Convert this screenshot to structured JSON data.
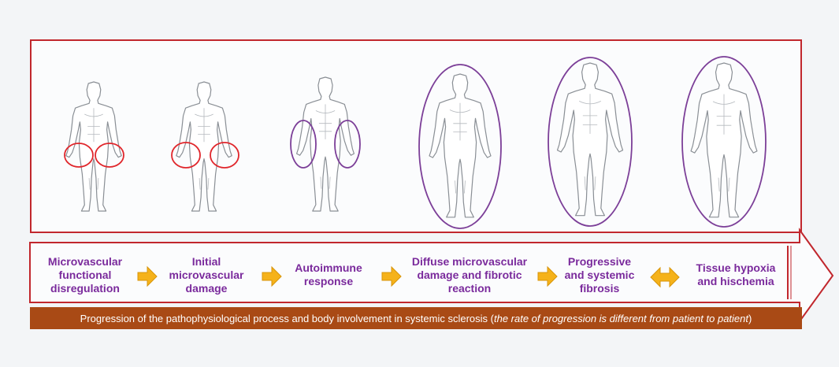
{
  "stages": [
    {
      "lines": [
        "Microvascular",
        "functional",
        "disregulation"
      ]
    },
    {
      "lines": [
        "Initial",
        "microvascular",
        "damage"
      ]
    },
    {
      "lines": [
        "Autoimmune",
        "response"
      ]
    },
    {
      "lines": [
        "Diffuse microvascular",
        "damage and fibrotic",
        "reaction"
      ]
    },
    {
      "lines": [
        "Progressive",
        "and systemic",
        "fibrosis"
      ]
    },
    {
      "lines": [
        "Tissue hypoxia",
        "and hischemia"
      ]
    }
  ],
  "connectors": [
    "right-arrow-icon",
    "right-arrow-icon",
    "right-arrow-icon",
    "right-arrow-icon",
    "double-arrow-icon"
  ],
  "caption": {
    "main": "Progression of the pathophysiological process  and body involvement in systemic sclerosis  (",
    "italic": "the rate of progression is different from patient to patient",
    "end": ")"
  },
  "colors": {
    "panel_border": "#c1272d",
    "hand_circle": "#e0262b",
    "body_ellipse": "#7c3f98",
    "label_text": "#7a2a9c",
    "arrow_fill": "#f5b21a",
    "caption_bg": "#a94a15"
  }
}
